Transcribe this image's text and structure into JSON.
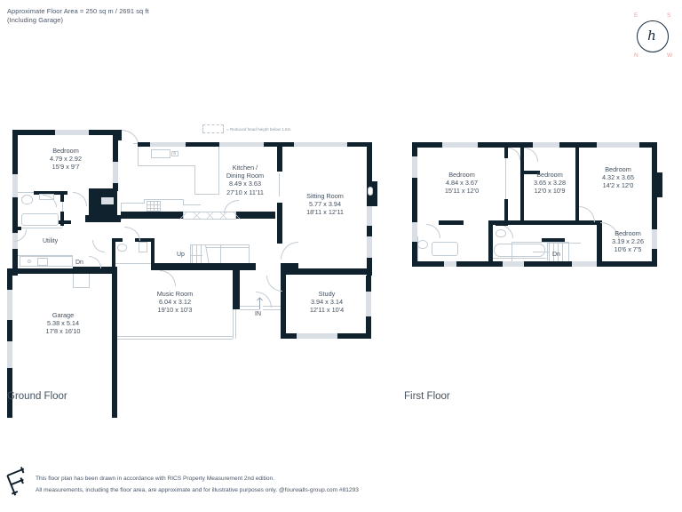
{
  "header": {
    "line1": "Approximate Floor Area = 250 sq m / 2691 sq ft",
    "line2": "(Including Garage)"
  },
  "compass": {
    "monogram": "h",
    "labels": {
      "e": "E",
      "s": "S",
      "n": "N",
      "w": "W"
    },
    "label_color": "#e8a0a0",
    "ink_color": "#16293c"
  },
  "legend": {
    "text": "= Reduced head height below 1.5m"
  },
  "floors": [
    {
      "id": "ground",
      "label": "Ground Floor"
    },
    {
      "id": "first",
      "label": "First Floor"
    }
  ],
  "ground_floor": {
    "label": "Ground Floor",
    "rooms": [
      {
        "name": "Bedroom",
        "metric": "4.79 x 2.92",
        "imperial": "15'9 x 9'7"
      },
      {
        "name": "Kitchen /",
        "name2": "Dining Room",
        "metric": "8.49 x 3.63",
        "imperial": "27'10 x 11'11"
      },
      {
        "name": "Sitting Room",
        "metric": "5.77 x 3.94",
        "imperial": "18'11 x 12'11"
      },
      {
        "name": "Music Room",
        "metric": "6.04 x 3.12",
        "imperial": "19'10 x 10'3"
      },
      {
        "name": "Study",
        "metric": "3.94 x 3.14",
        "imperial": "12'11 x 10'4"
      },
      {
        "name": "Garage",
        "metric": "5.38 x 5.14",
        "imperial": "17'8 x 16'10"
      }
    ],
    "tags": [
      {
        "text": "Utility"
      },
      {
        "text": "Dn"
      },
      {
        "text": "Up"
      },
      {
        "text": "IN"
      }
    ]
  },
  "first_floor": {
    "label": "First Floor",
    "rooms": [
      {
        "name": "Bedroom",
        "metric": "4.84 x 3.67",
        "imperial": "15'11 x 12'0"
      },
      {
        "name": "Bedroom",
        "metric": "3.65 x 3.28",
        "imperial": "12'0 x 10'9"
      },
      {
        "name": "Bedroom",
        "metric": "4.32 x 3.65",
        "imperial": "14'2 x 12'0"
      },
      {
        "name": "Bedroom",
        "metric": "3.19 x 2.26",
        "imperial": "10'6 x 7'5"
      }
    ],
    "tags": [
      {
        "text": "Dn"
      }
    ]
  },
  "footer": {
    "line1": "This floor plan has been drawn in accordance with RICS Property Measurement 2nd edition.",
    "line2": "All measurements, including the floor area, are approximate and for illustrative purposes only. @fourwalls-group.com #81293"
  },
  "colors": {
    "wall": "#11222f",
    "window": "#d9dfe5",
    "fixture_line": "#c3cbd3",
    "text": "#43505f",
    "accent_pink": "#e8a0a0"
  }
}
